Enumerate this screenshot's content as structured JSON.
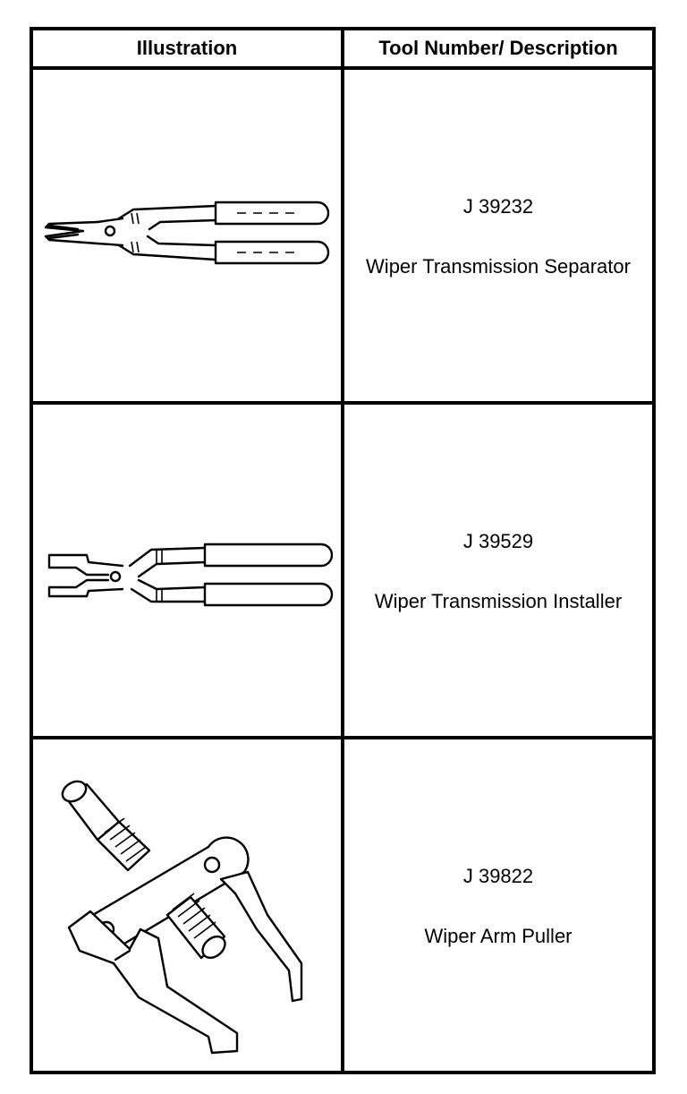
{
  "header": {
    "illustration": "Illustration",
    "tool_desc": "Tool Number/ Description"
  },
  "rows": [
    {
      "tool_number": "J 39232",
      "description": "Wiper Transmission Separator",
      "icon": "wiper-transmission-separator-pliers"
    },
    {
      "tool_number": "J 39529",
      "description": "Wiper Transmission Installer",
      "icon": "wiper-transmission-installer-pliers"
    },
    {
      "tool_number": "J 39822",
      "description": "Wiper Arm Puller",
      "icon": "wiper-arm-puller"
    }
  ]
}
